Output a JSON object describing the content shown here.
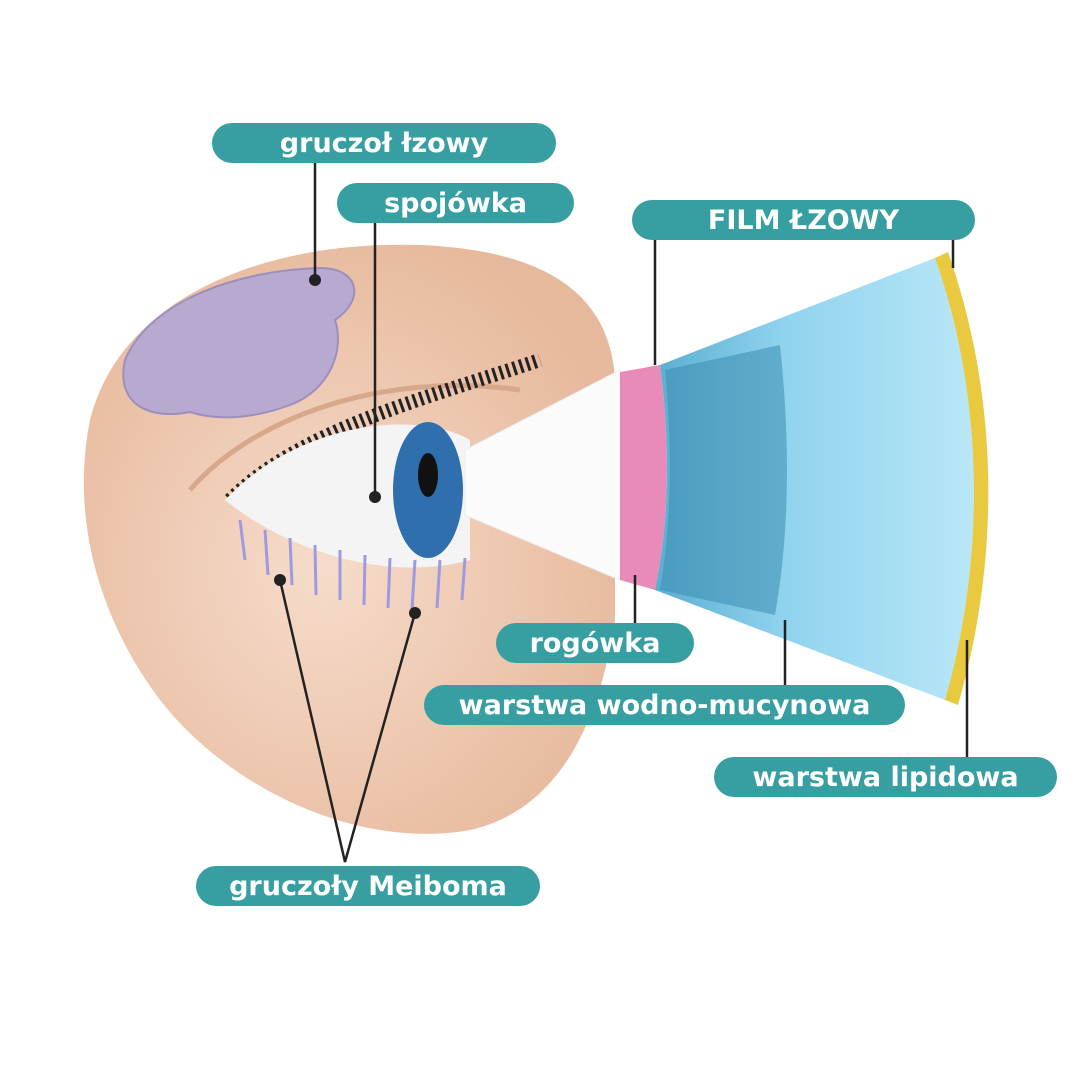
{
  "labels": {
    "lacrimal_gland": "gruczoł łzowy",
    "conjunctiva": "spojówka",
    "tear_film": "FILM ŁZOWY",
    "cornea": "rogówka",
    "aqueous_mucin_layer": "warstwa wodno-mucynowa",
    "lipid_layer": "warstwa lipidowa",
    "meibomian_glands": "gruczoły Meiboma"
  },
  "colors": {
    "label_bg": "#379fa1",
    "skin": "#f1cdb4",
    "gland": "#b7a9cf",
    "iris": "#2f6fae",
    "cornea_layer": "#e98bb8",
    "aqueous_layer": "#8fd3ee",
    "lipid_layer": "#e8c93f"
  }
}
